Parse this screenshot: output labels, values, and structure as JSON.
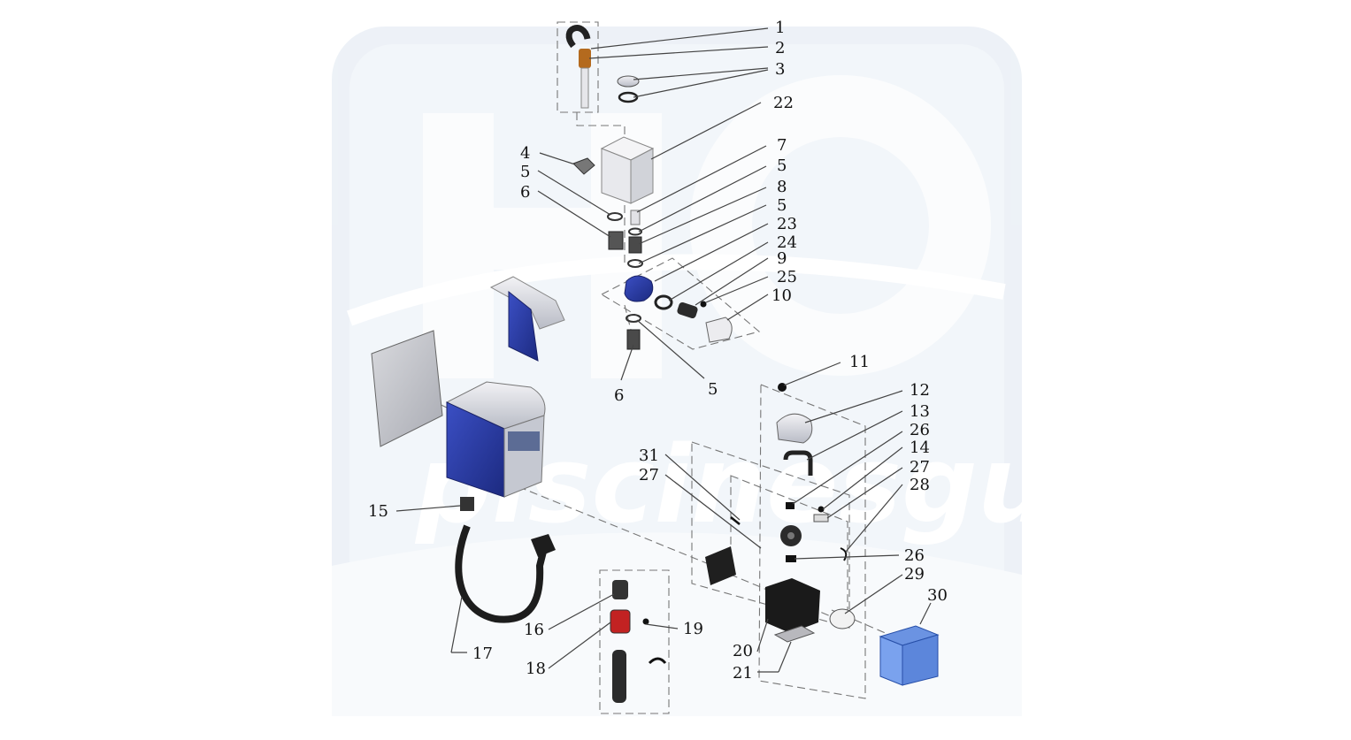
{
  "watermark": {
    "text": "piscinesgus"
  },
  "colors": {
    "blue": "#2a3a9e",
    "dark": "#333333",
    "grey": "#cfcfd4"
  },
  "callouts": [
    {
      "id": "c1",
      "text": "1"
    },
    {
      "id": "c2",
      "text": "2"
    },
    {
      "id": "c3",
      "text": "3"
    },
    {
      "id": "c22",
      "text": "22"
    },
    {
      "id": "c4",
      "text": "4"
    },
    {
      "id": "c5a",
      "text": "5"
    },
    {
      "id": "c6a",
      "text": "6"
    },
    {
      "id": "c7",
      "text": "7"
    },
    {
      "id": "c5b",
      "text": "5"
    },
    {
      "id": "c8",
      "text": "8"
    },
    {
      "id": "c5c",
      "text": "5"
    },
    {
      "id": "c23",
      "text": "23"
    },
    {
      "id": "c24",
      "text": "24"
    },
    {
      "id": "c9",
      "text": "9"
    },
    {
      "id": "c25",
      "text": "25"
    },
    {
      "id": "c10",
      "text": "10"
    },
    {
      "id": "c6b",
      "text": "6"
    },
    {
      "id": "c5d",
      "text": "5"
    },
    {
      "id": "c11",
      "text": "11"
    },
    {
      "id": "c12",
      "text": "12"
    },
    {
      "id": "c13",
      "text": "13"
    },
    {
      "id": "c26a",
      "text": "26"
    },
    {
      "id": "c14",
      "text": "14"
    },
    {
      "id": "c31",
      "text": "31"
    },
    {
      "id": "c27a",
      "text": "27"
    },
    {
      "id": "c27b",
      "text": "27"
    },
    {
      "id": "c28",
      "text": "28"
    },
    {
      "id": "c15",
      "text": "15"
    },
    {
      "id": "c26b",
      "text": "26"
    },
    {
      "id": "c29",
      "text": "29"
    },
    {
      "id": "c30",
      "text": "30"
    },
    {
      "id": "c16",
      "text": "16"
    },
    {
      "id": "c19",
      "text": "19"
    },
    {
      "id": "c17",
      "text": "17"
    },
    {
      "id": "c20",
      "text": "20"
    },
    {
      "id": "c18",
      "text": "18"
    },
    {
      "id": "c21",
      "text": "21"
    }
  ]
}
